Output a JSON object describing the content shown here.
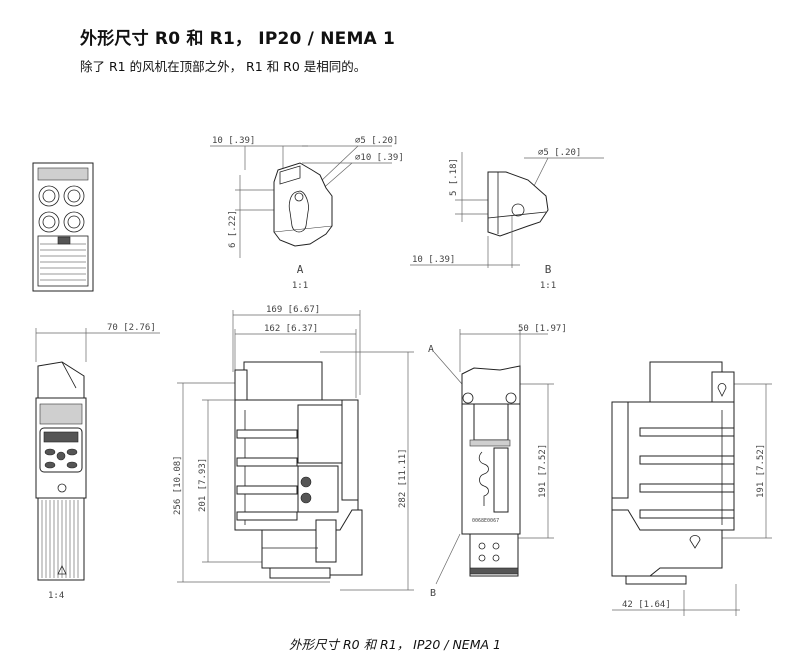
{
  "header": {
    "title": "外形尺寸 R0 和 R1， IP20 / NEMA 1",
    "subtitle": "除了 R1 的风机在顶部之外， R1 和 R0 是相同的。"
  },
  "caption": "外形尺寸 R0 和 R1， IP20 / NEMA 1",
  "dimensions": {
    "a_top": "10 [.39]",
    "a_hole_small": "∅5 [.20]",
    "a_hole_large": "∅10 [.39]",
    "a_vert": "6 [.22]",
    "b_hole": "∅5 [.20]",
    "b_vert": "5 [.18]",
    "b_bottom": "10 [.39]",
    "depth_front": "70 [2.76]",
    "width_overall": "169 [6.67]",
    "width_body": "162 [6.37]",
    "height_mount": "256 [10.08]",
    "height_inner": "201 [7.93]",
    "height_overall": "282 [11.11]",
    "width_side": "50 [1.97]",
    "height_side": "191 [7.52]",
    "height_back": "191 [7.52]",
    "width_back_bottom": "42 [1.64]"
  },
  "labels": {
    "detail_a": "A",
    "detail_a_scale": "1:1",
    "detail_b": "B",
    "detail_b_scale": "1:1",
    "front_scale": "1:4",
    "pointer_a": "A",
    "pointer_b": "B",
    "unit_code": "0068E0067"
  }
}
